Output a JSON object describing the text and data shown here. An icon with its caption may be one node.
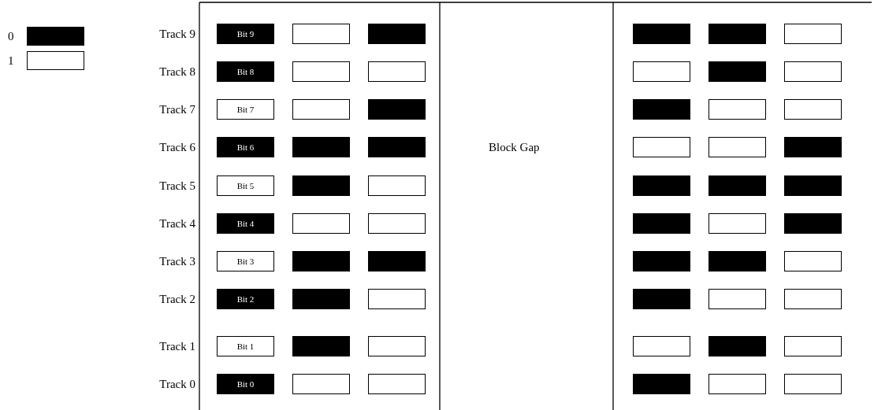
{
  "diagram": {
    "nodes": [
      {
        "text": [
          "Bit 9"
        ]
      },
      {
        "text": [],
        "shape": "box"
      },
      {
        "text": [],
        "shape": "box"
      },
      {
        "text": [],
        "shape": "box"
      },
      {
        "text": [],
        "shape": "box"
      },
      {
        "text": [],
        "shape": "box"
      },
      {
        "text": [
          "Bit 8"
        ]
      },
      {
        "text": [],
        "shape": "box"
      },
      {
        "text": [],
        "shape": "box"
      },
      {
        "text": [],
        "shape": "box"
      },
      {
        "text": [],
        "shape": "box"
      },
      {
        "text": [],
        "shape": "box"
      },
      {
        "text": [
          "Bit 7"
        ]
      },
      {
        "text": [],
        "shape": "box"
      },
      {
        "text": [],
        "shape": "box"
      },
      {
        "text": [],
        "shape": "box"
      },
      {
        "text": [],
        "shape": "box"
      },
      {
        "text": [],
        "shape": "box"
      },
      {
        "text": [
          "Bit 6"
        ]
      },
      {
        "text": [],
        "shape": "box"
      },
      {
        "text": [],
        "shape": "box"
      },
      {
        "text": [],
        "shape": "box"
      },
      {
        "text": [],
        "shape": "box"
      },
      {
        "text": [],
        "shape": "box"
      },
      {
        "text": [
          "Bit 5"
        ]
      },
      {
        "text": [],
        "shape": "box"
      },
      {
        "text": [],
        "shape": "box"
      },
      {
        "text": [],
        "shape": "box"
      },
      {
        "text": [],
        "shape": "box"
      },
      {
        "text": [],
        "shape": "box"
      },
      {
        "text": [
          "Bit 4"
        ]
      },
      {
        "text": [],
        "shape": "box"
      },
      {
        "text": [],
        "shape": "box"
      },
      {
        "text": [],
        "shape": "box"
      },
      {
        "text": [],
        "shape": "box"
      },
      {
        "text": [],
        "shape": "box"
      },
      {
        "text": [
          "Bit 3"
        ]
      },
      {
        "text": [],
        "shape": "box"
      },
      {
        "text": [],
        "shape": "box"
      },
      {
        "text": [],
        "shape": "box"
      },
      {
        "text": [],
        "shape": "box"
      },
      {
        "text": [],
        "shape": "box"
      },
      {
        "text": [
          "Bit 2"
        ]
      },
      {
        "text": [],
        "shape": "box"
      },
      {
        "text": [],
        "shape": "box"
      },
      {
        "text": [],
        "shape": "box"
      },
      {
        "text": [],
        "shape": "box"
      },
      {
        "text": [],
        "shape": "box"
      },
      {
        "text": [
          "Bit 1"
        ]
      },
      {
        "text": [],
        "shape": "box"
      },
      {
        "text": [],
        "shape": "box"
      },
      {
        "text": [],
        "shape": "box"
      },
      {
        "text": [],
        "shape": "box"
      },
      {
        "text": [],
        "shape": "box"
      },
      {
        "text": [
          "Bit 0"
        ]
      },
      {
        "text": [],
        "shape": "box"
      },
      {
        "text": [],
        "shape": "box"
      },
      {
        "text": [],
        "shape": "box"
      },
      {
        "text": [],
        "shape": "box"
      },
      {
        "text": [],
        "shape": "box"
      }
    ],
    "labels": [
      "Track 9",
      "Track 8",
      "Track 7",
      "Track 6",
      "Block Gap",
      "Track 5",
      "Track 4",
      "Track 3",
      "Track 2",
      "Track 1",
      "Track 0"
    ],
    "legend": [
      {
        "text": "0",
        "color": "#000000"
      },
      {
        "text": "1",
        "color": "#ffffff"
      }
    ]
  }
}
